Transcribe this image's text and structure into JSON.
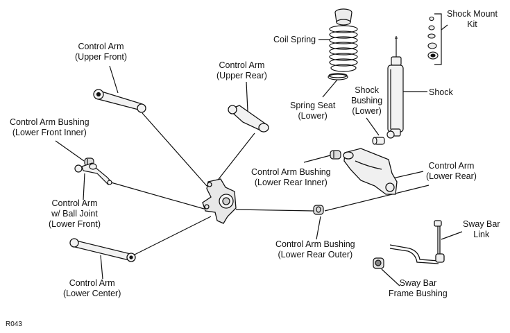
{
  "diagram": {
    "parts": [
      {
        "id": "upper-front",
        "lines": [
          "Control Arm",
          "(Upper Front)"
        ]
      },
      {
        "id": "upper-rear",
        "lines": [
          "Control Arm",
          "(Upper Rear)"
        ]
      },
      {
        "id": "coil-spring",
        "lines": [
          "Coil Spring"
        ]
      },
      {
        "id": "shock-mount-kit",
        "lines": [
          "Shock Mount",
          "Kit"
        ]
      },
      {
        "id": "shock",
        "lines": [
          "Shock"
        ]
      },
      {
        "id": "shock-bushing",
        "lines": [
          "Shock",
          "Bushing",
          "(Lower)"
        ]
      },
      {
        "id": "spring-seat",
        "lines": [
          "Spring Seat",
          "(Lower)"
        ]
      },
      {
        "id": "bushing-lower-front-inner",
        "lines": [
          "Control Arm Bushing",
          "(Lower Front Inner)"
        ]
      },
      {
        "id": "bushing-lower-rear-inner",
        "lines": [
          "Control Arm Bushing",
          "(Lower Rear Inner)"
        ]
      },
      {
        "id": "lower-rear",
        "lines": [
          "Control Arm",
          "(Lower Rear)"
        ]
      },
      {
        "id": "ball-joint-lower-front",
        "lines": [
          "Control Arm",
          "w/ Ball Joint",
          "(Lower Front)"
        ]
      },
      {
        "id": "sway-bar-link",
        "lines": [
          "Sway Bar",
          "Link"
        ]
      },
      {
        "id": "bushing-lower-rear-outer",
        "lines": [
          "Control Arm Bushing",
          "(Lower Rear Outer)"
        ]
      },
      {
        "id": "lower-center",
        "lines": [
          "Control Arm",
          "(Lower Center)"
        ]
      },
      {
        "id": "sway-bar-frame-bushing",
        "lines": [
          "Sway Bar",
          "Frame Bushing"
        ]
      }
    ],
    "figure_code": "R043"
  }
}
